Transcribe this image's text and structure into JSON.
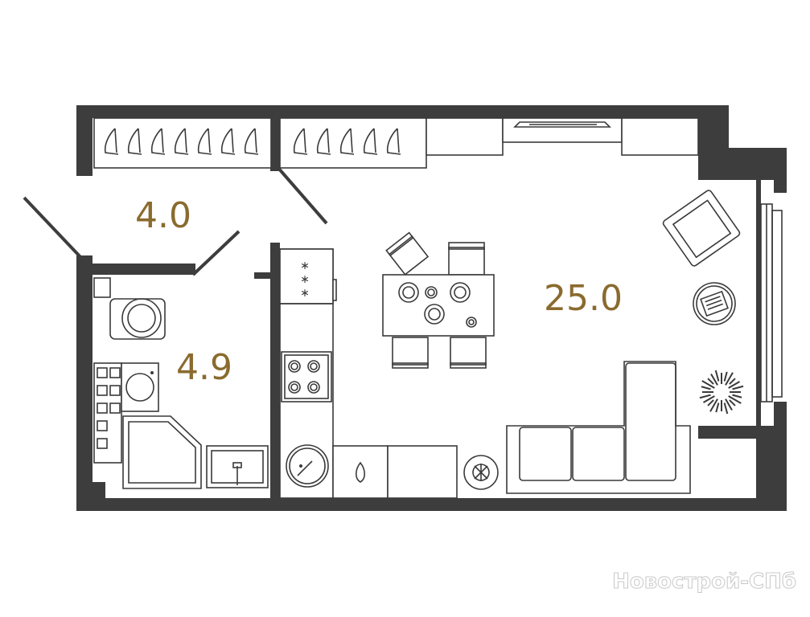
{
  "rooms": [
    {
      "id": "hallway",
      "area": "4.0"
    },
    {
      "id": "bathroom",
      "area": "4.9"
    },
    {
      "id": "living",
      "area": "25.0"
    }
  ],
  "watermark": "Новострой-СПб",
  "colors": {
    "wall": "#3d3d3d",
    "area_label": "#8a6b2e",
    "furniture_stroke": "#3a3a3a"
  }
}
